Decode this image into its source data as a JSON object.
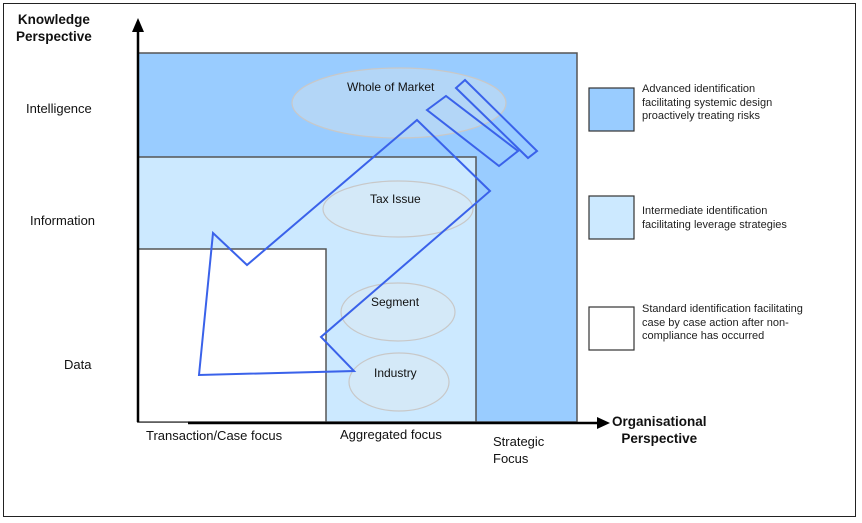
{
  "y_axis": {
    "title_line1": "Knowledge",
    "title_line2": "Perspective",
    "levels": [
      "Intelligence",
      "Information",
      "Data"
    ]
  },
  "x_axis": {
    "title_line1": "Organisational",
    "title_line2": "Perspective",
    "levels": [
      "Transaction/Case focus",
      "Aggregated focus"
    ],
    "strategic_line1": "Strategic",
    "strategic_line2": "Focus"
  },
  "ellipses": [
    "Whole of Market",
    "Tax Issue",
    "Segment",
    "Industry"
  ],
  "legend": [
    {
      "color": "#99ccff",
      "lines": [
        "Advanced identification",
        "facilitating systemic design",
        "proactively treating risks"
      ]
    },
    {
      "color": "#cce9ff",
      "lines": [
        "Intermediate identification",
        "facilitating leverage strategies"
      ]
    },
    {
      "color": "#ffffff",
      "lines": [
        "Standard identification facilitating",
        "case by case action after non-",
        "compliance has occurred"
      ]
    }
  ],
  "colors": {
    "advanced": "#99ccff",
    "intermediate": "#cce9ff",
    "standard": "#ffffff",
    "arrow": "#3a62ea"
  }
}
